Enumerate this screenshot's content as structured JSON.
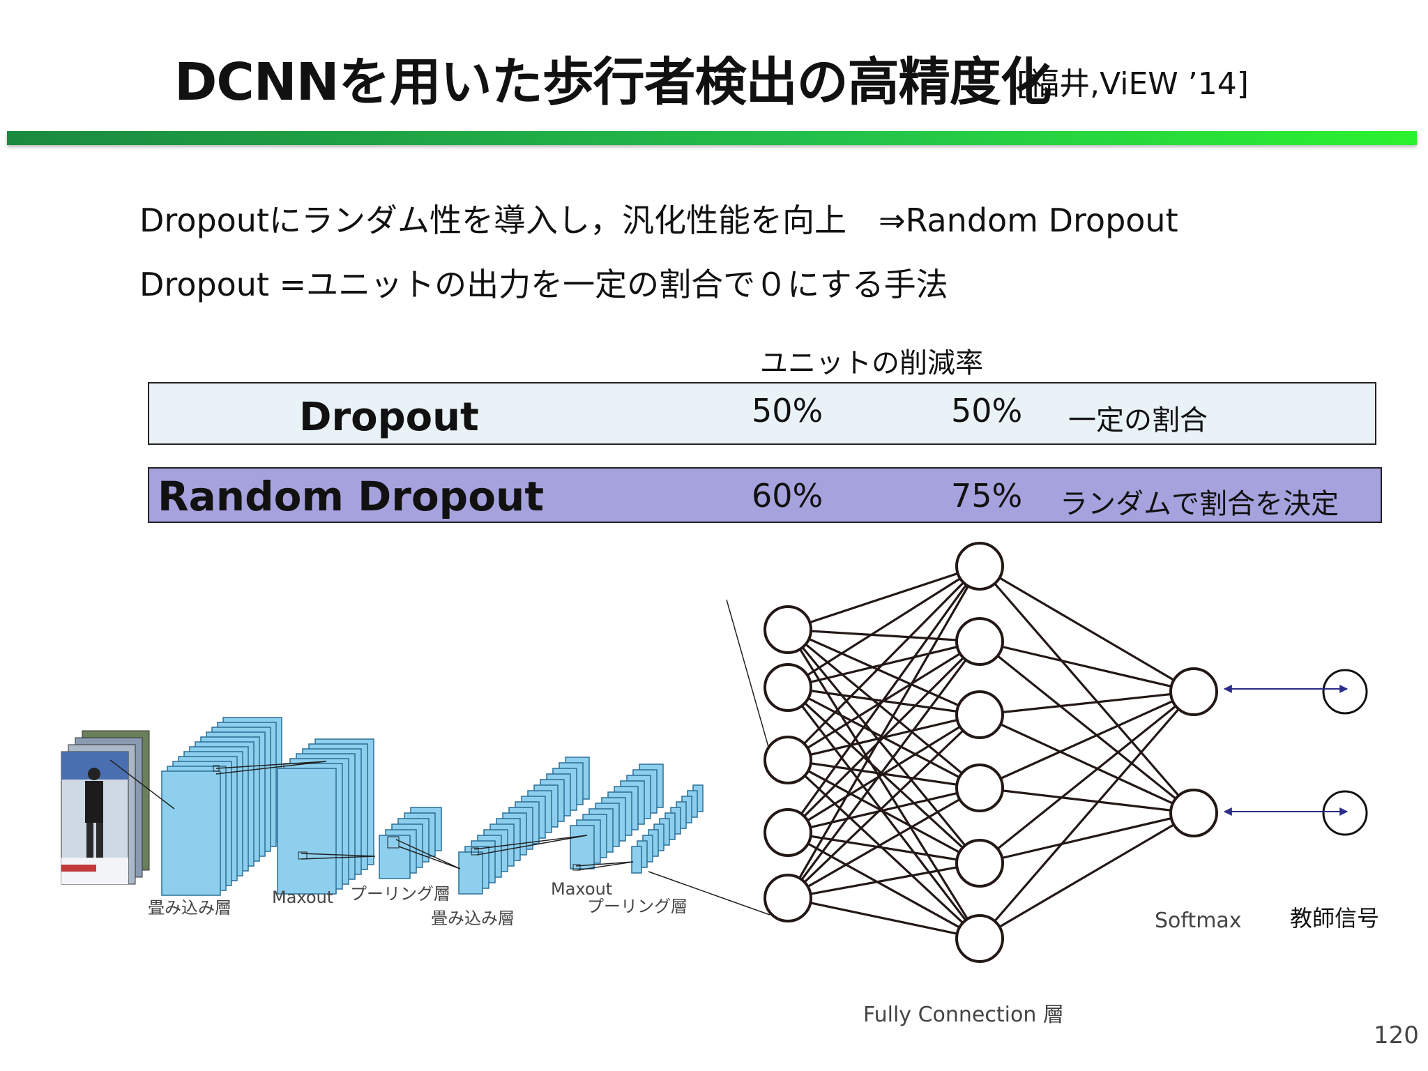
{
  "slide": {
    "title": "DCNNを用いた歩行者検出の高精度化",
    "citation": "[福井,ViEW ’14]",
    "line1": "Dropoutにランダム性を導入し，汎化性能を向上　⇒Random Dropout",
    "line2": "Dropout =ユニットの出力を一定の割合で０にする手法",
    "page_number": "120"
  },
  "table": {
    "column_header": "ユニットの削減率",
    "rows": [
      {
        "name": "Dropout",
        "rate1": "50%",
        "rate2": "50%",
        "note": "一定の割合"
      },
      {
        "name": "Random Dropout",
        "rate1": "60%",
        "rate2": "75%",
        "note": "ランダムで割合を決定"
      }
    ]
  },
  "diagram": {
    "labels": {
      "conv1": "畳み込み層",
      "maxout1": "Maxout",
      "pool1": "プーリング層",
      "conv2": "畳み込み層",
      "maxout2": "Maxout",
      "pool2": "プーリング層",
      "softmax": "Softmax",
      "teacher": "教師信号",
      "fc": "Fully Connection 層"
    },
    "colors": {
      "feature_map": "#8ecfee",
      "feature_map_edge": "#2a6f96",
      "arrow": "#2b2b8a",
      "node_line": "#231815"
    }
  }
}
